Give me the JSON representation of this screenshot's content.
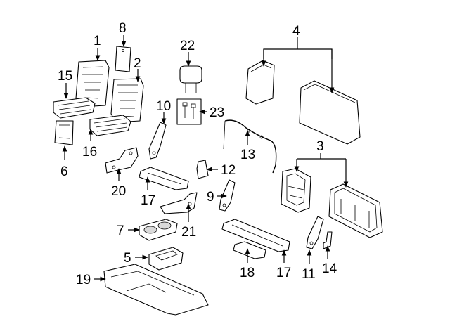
{
  "callouts": {
    "c1": "1",
    "c2": "2",
    "c3": "3",
    "c4": "4",
    "c5": "5",
    "c6": "6",
    "c7": "7",
    "c8": "8",
    "c9": "9",
    "c10": "10",
    "c11": "11",
    "c12": "12",
    "c13": "13",
    "c14": "14",
    "c15": "15",
    "c16": "16",
    "c17a": "17",
    "c17b": "17",
    "c19": "19",
    "c20": "20",
    "c21": "21",
    "c22": "22",
    "c23": "23",
    "c18": "18"
  }
}
